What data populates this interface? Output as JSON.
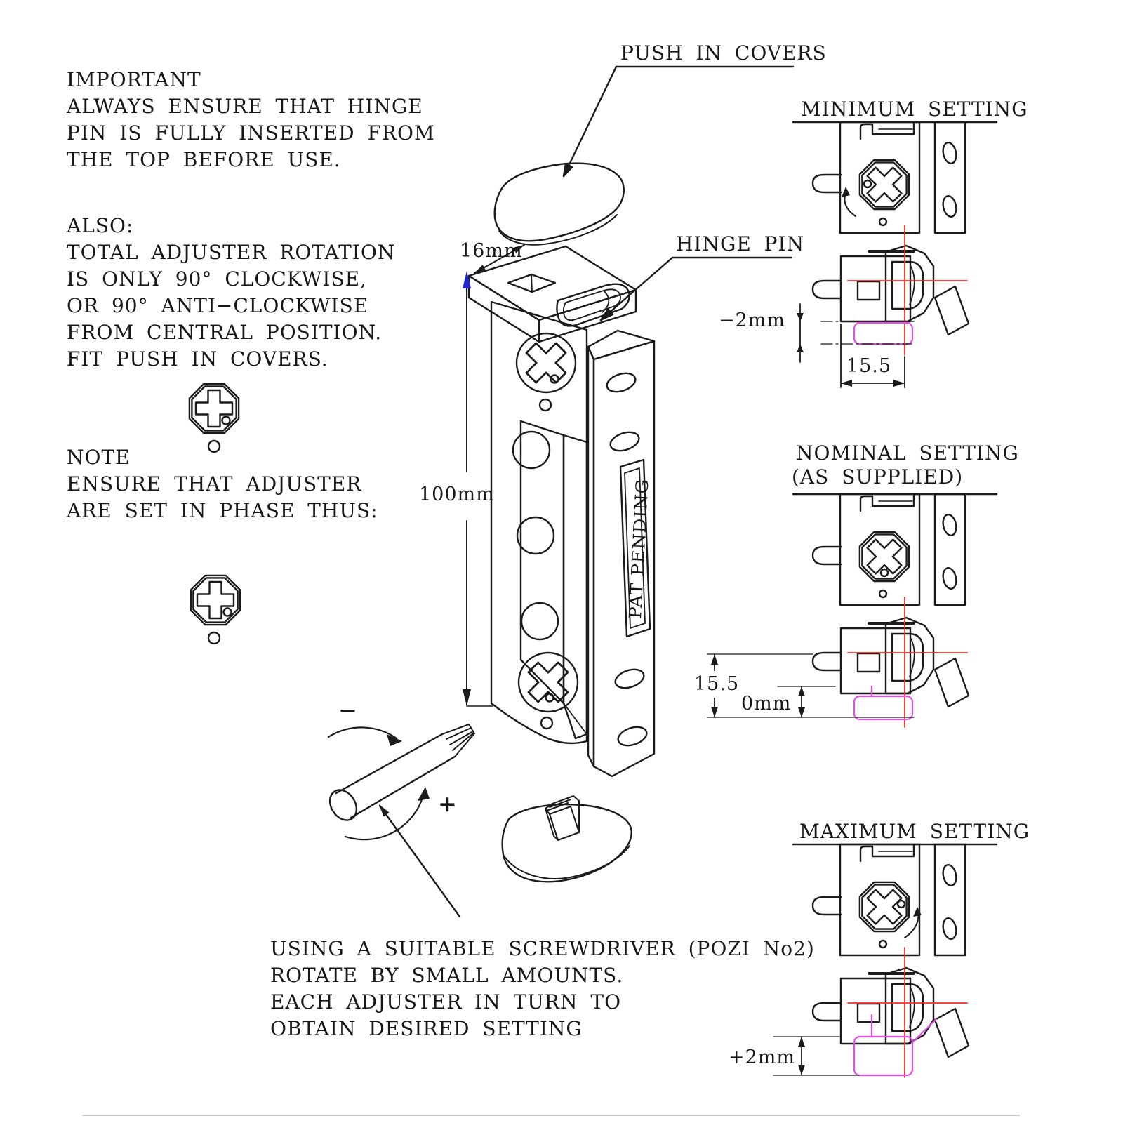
{
  "colors": {
    "line": "#1b1b1b",
    "crosshair_red": "#ee3125",
    "highlight_magenta": "#e44fe3",
    "dimension_blue": "#2224cf",
    "faint_rule": "#c9c9c9"
  },
  "notes": {
    "important_lines": [
      "IMPORTANT",
      "ALWAYS ENSURE THAT HINGE",
      "PIN IS FULLY INSERTED FROM",
      "THE TOP BEFORE USE."
    ],
    "also_lines": [
      "ALSO:",
      "TOTAL ADJUSTER ROTATION",
      "IS ONLY 90° CLOCKWISE,",
      "OR 90° ANTI−CLOCKWISE",
      "FROM CENTRAL POSITION.",
      "FIT PUSH IN COVERS."
    ],
    "note_lines": [
      "NOTE",
      "ENSURE THAT ADJUSTER",
      "ARE SET IN PHASE THUS:"
    ],
    "instruction_lines": [
      "USING A SUITABLE SCREWDRIVER (POZI No2)",
      "ROTATE BY SMALL AMOUNTS.",
      "EACH ADJUSTER IN TURN TO",
      "OBTAIN DESIRED SETTING"
    ]
  },
  "callouts": {
    "push_in_covers": "PUSH IN COVERS",
    "hinge_pin": "HINGE PIN"
  },
  "dimensions": {
    "width_label": "16mm",
    "height_label": "100mm"
  },
  "hinge": {
    "stamp": "PAT PENDING"
  },
  "screwdriver": {
    "minus_label": "−",
    "plus_label": "+"
  },
  "settings": {
    "minimum": {
      "title": "MINIMUM SETTING",
      "offset_label": "−2mm",
      "backset_label": "15.5"
    },
    "nominal": {
      "title_line1": "NOMINAL SETTING",
      "title_line2": "(AS SUPPLIED)",
      "height_label": "15.5",
      "offset_label": "0mm"
    },
    "maximum": {
      "title": "MAXIMUM SETTING",
      "offset_label": "+2mm"
    }
  }
}
